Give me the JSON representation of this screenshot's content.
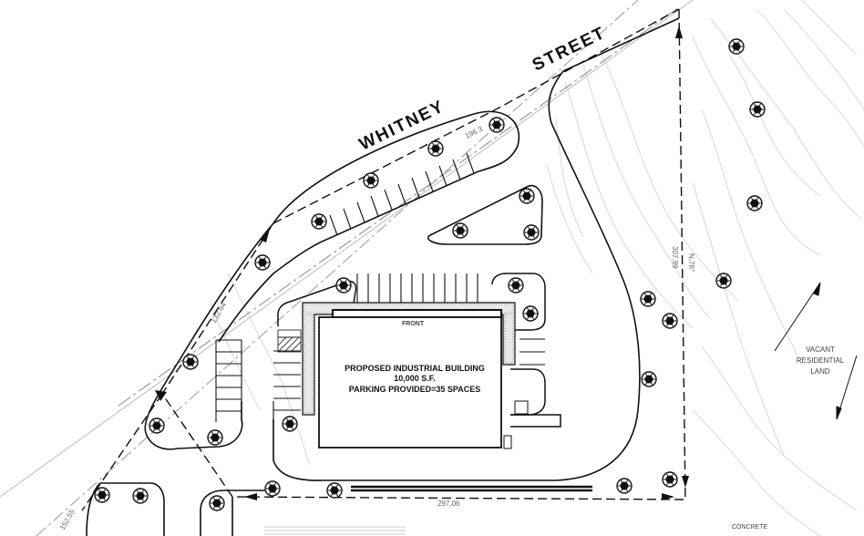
{
  "street": {
    "name_left": "WHITNEY",
    "name_right": "STREET"
  },
  "building": {
    "front_label": "FRONT",
    "title": "PROPOSED INDUSTRIAL BUILDING",
    "area": "10,000 S.F.",
    "parking": "PARKING PROVIDED=35 SPACES"
  },
  "neighbor": {
    "line1": "VACANT",
    "line2": "RESIDENTIAL",
    "line3": "LAND"
  },
  "dimensions": {
    "east": "307.99",
    "bearing": "N.76°",
    "south": "297.06",
    "northwest": "132.64",
    "southwest": "152.55",
    "north": "196.3"
  },
  "bottom_label": "CONCRETE",
  "icons": {
    "tree": "tree-icon",
    "north_arrow": "north-arrow-icon"
  }
}
